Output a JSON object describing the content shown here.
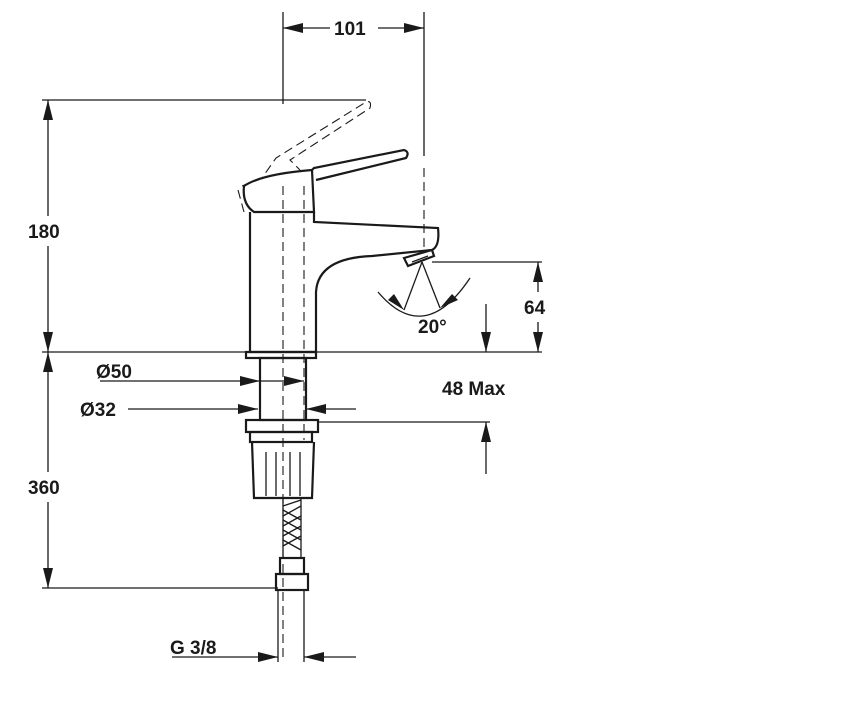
{
  "dimensions": {
    "spout_reach": "101",
    "height_above_deck": "180",
    "hose_length": "360",
    "spout_height": "64",
    "swivel_angle": "20°",
    "body_diameter": "Ø50",
    "hole_diameter": "Ø32",
    "deck_thickness": "48 Max",
    "connection_thread": "G 3/8"
  },
  "colors": {
    "line": "#1a1a1a",
    "background": "#ffffff"
  }
}
